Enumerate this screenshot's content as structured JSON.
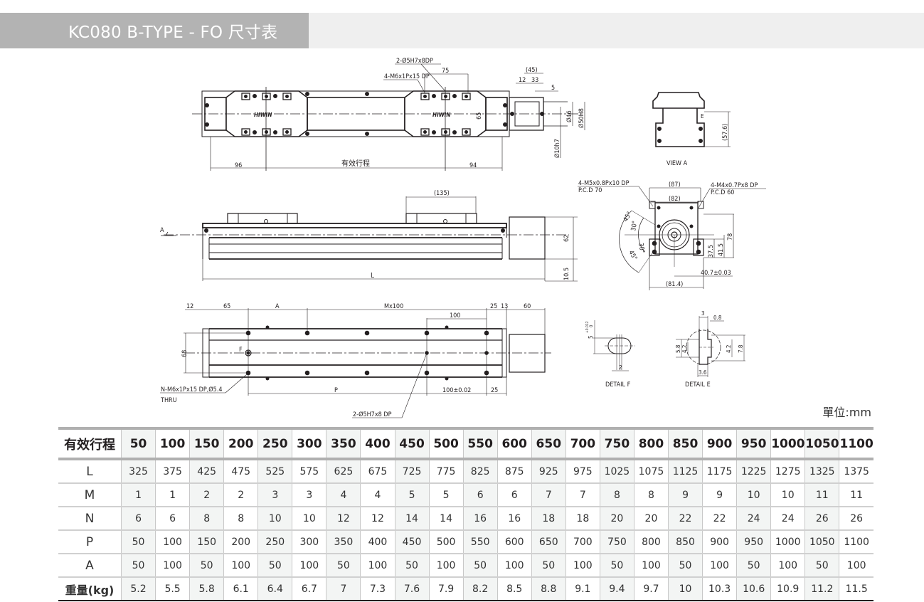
{
  "header": {
    "title": "KC080 B-TYPE - FO 尺寸表"
  },
  "top_view": {
    "callout_pins": "2-Ø5H7x8DP",
    "callout_taps": "4-M6x1Px15 DP",
    "dim_75": "75",
    "dim_45": "(45)",
    "dim_12": "12",
    "dim_33": "33",
    "dim_5": "5",
    "dim_65": "65",
    "dim_d46": "Ø46",
    "dim_d50": "Ø50H8",
    "dim_d10": "Ø10h7",
    "dim_96": "96",
    "stroke_label": "有效行程",
    "dim_94": "94",
    "logo": "HIWIN"
  },
  "view_a": {
    "label": "VIEW A",
    "dim_576": "(57.6)",
    "mark_e": "E"
  },
  "flange_view": {
    "callout_m5": "4-M5x0.8Px10 DP",
    "pcd_70": "P.C.D 70",
    "callout_m4": "4-M4x0.7Px8 DP",
    "pcd_60": "P.C.D 60",
    "dim_87": "(87)",
    "dim_82": "(82)",
    "ang_45a": "45°",
    "ang_30a": "30°",
    "ang_30b": "30°",
    "ang_45b": "45°",
    "dim_78": "78",
    "dim_375": "37.5",
    "dim_415": "41.5",
    "dim_407": "40.7±0.03",
    "dim_814": "(81.4)"
  },
  "side_view": {
    "dim_135": "(135)",
    "view_arrow": "A",
    "dim_62": "62",
    "dim_105": "10.5",
    "dim_L": "L"
  },
  "bottom_view": {
    "dim_12": "12",
    "dim_65": "65",
    "dim_A": "A",
    "dim_M": "Mx100",
    "dim_25a": "25",
    "dim_13": "13",
    "dim_60": "60",
    "dim_100": "100",
    "dim_68": "68",
    "mark_f": "F",
    "callout_n": "N-M6x1Px15 DP,Ø5.4",
    "callout_thru": "THRU",
    "dim_P": "P",
    "dim_100tol": "100±0.02",
    "dim_25b": "25",
    "callout_pins": "2-Ø5H7x8 DP"
  },
  "detail_f": {
    "label": "DETAIL F",
    "dim_5": "5",
    "tol": "+0.012",
    "tol0": "0",
    "dim_2": "2"
  },
  "detail_e": {
    "label": "DETAIL E",
    "dim_3": "3",
    "dim_08": "0.8",
    "dim_58": "5.8",
    "dim_42a": "4.2",
    "dim_42b": "4.2",
    "dim_78": "7.8",
    "dim_36": "3.6"
  },
  "unit_label": "單位:mm",
  "table": {
    "header_label": "有效行程",
    "strokes": [
      "50",
      "100",
      "150",
      "200",
      "250",
      "300",
      "350",
      "400",
      "450",
      "500",
      "550",
      "600",
      "650",
      "700",
      "750",
      "800",
      "850",
      "900",
      "950",
      "1000",
      "1050",
      "1100"
    ],
    "rows": [
      {
        "label": "L",
        "values": [
          "325",
          "375",
          "425",
          "475",
          "525",
          "575",
          "625",
          "675",
          "725",
          "775",
          "825",
          "875",
          "925",
          "975",
          "1025",
          "1075",
          "1125",
          "1175",
          "1225",
          "1275",
          "1325",
          "1375"
        ]
      },
      {
        "label": "M",
        "values": [
          "1",
          "1",
          "2",
          "2",
          "3",
          "3",
          "4",
          "4",
          "5",
          "5",
          "6",
          "6",
          "7",
          "7",
          "8",
          "8",
          "9",
          "9",
          "10",
          "10",
          "11",
          "11"
        ]
      },
      {
        "label": "N",
        "values": [
          "6",
          "6",
          "8",
          "8",
          "10",
          "10",
          "12",
          "12",
          "14",
          "14",
          "16",
          "16",
          "18",
          "18",
          "20",
          "20",
          "22",
          "22",
          "24",
          "24",
          "26",
          "26"
        ]
      },
      {
        "label": "P",
        "values": [
          "50",
          "100",
          "150",
          "200",
          "250",
          "300",
          "350",
          "400",
          "450",
          "500",
          "550",
          "600",
          "650",
          "700",
          "750",
          "800",
          "850",
          "900",
          "950",
          "1000",
          "1050",
          "1100"
        ]
      },
      {
        "label": "A",
        "values": [
          "50",
          "100",
          "50",
          "100",
          "50",
          "100",
          "50",
          "100",
          "50",
          "100",
          "50",
          "100",
          "50",
          "100",
          "50",
          "100",
          "50",
          "100",
          "50",
          "100",
          "50",
          "100"
        ]
      },
      {
        "label": "重量(kg)",
        "values": [
          "5.2",
          "5.5",
          "5.8",
          "6.1",
          "6.4",
          "6.7",
          "7",
          "7.3",
          "7.6",
          "7.9",
          "8.2",
          "8.5",
          "8.8",
          "9.1",
          "9.4",
          "9.7",
          "10",
          "10.3",
          "10.6",
          "10.9",
          "11.2",
          "11.5"
        ]
      }
    ]
  }
}
